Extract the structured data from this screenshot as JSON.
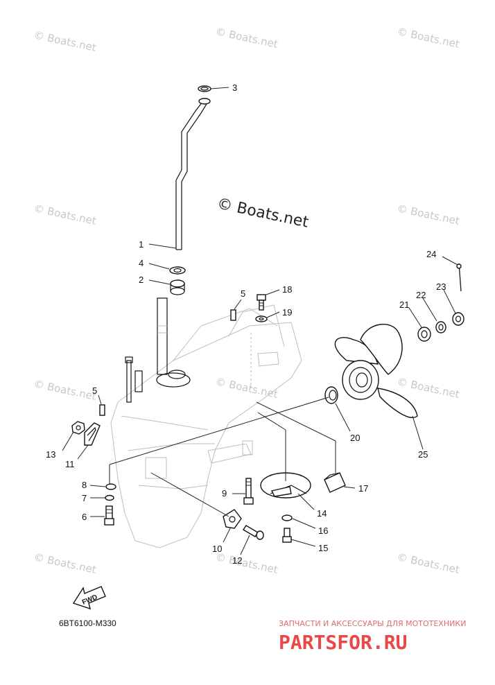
{
  "diagram": {
    "code": "6BT6100-M330",
    "center_watermark": "© Boats.net",
    "watermark": "© Boats.net",
    "fwd_label": "FWD",
    "brand_tagline": "ЗАПЧАСТИ И АКСЕССУАРЫ ДЛЯ МОТОТЕХНИКИ",
    "brand_name": "PARTSFOR.RU"
  },
  "callouts": [
    {
      "id": "c1",
      "label": "1"
    },
    {
      "id": "c2",
      "label": "2"
    },
    {
      "id": "c3",
      "label": "3"
    },
    {
      "id": "c4",
      "label": "4"
    },
    {
      "id": "c5a",
      "label": "5"
    },
    {
      "id": "c5b",
      "label": "5"
    },
    {
      "id": "c6",
      "label": "6"
    },
    {
      "id": "c7",
      "label": "7"
    },
    {
      "id": "c8",
      "label": "8"
    },
    {
      "id": "c9",
      "label": "9"
    },
    {
      "id": "c10",
      "label": "10"
    },
    {
      "id": "c11",
      "label": "11"
    },
    {
      "id": "c12",
      "label": "12"
    },
    {
      "id": "c13",
      "label": "13"
    },
    {
      "id": "c14",
      "label": "14"
    },
    {
      "id": "c15",
      "label": "15"
    },
    {
      "id": "c16",
      "label": "16"
    },
    {
      "id": "c17",
      "label": "17"
    },
    {
      "id": "c18",
      "label": "18"
    },
    {
      "id": "c19",
      "label": "19"
    },
    {
      "id": "c20",
      "label": "20"
    },
    {
      "id": "c21",
      "label": "21"
    },
    {
      "id": "c22",
      "label": "22"
    },
    {
      "id": "c23",
      "label": "23"
    },
    {
      "id": "c24",
      "label": "24"
    },
    {
      "id": "c25",
      "label": "25"
    }
  ]
}
